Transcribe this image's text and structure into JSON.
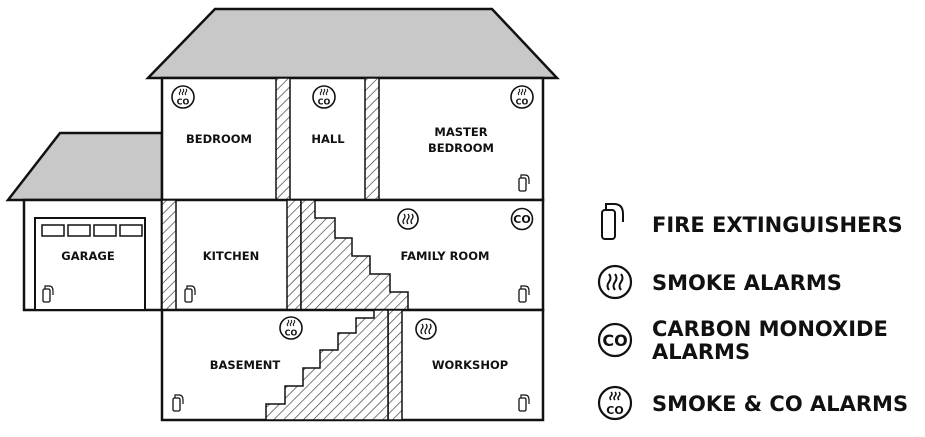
{
  "rooms": {
    "bedroom": "BEDROOM",
    "hall": "HALL",
    "master_bedroom_line1": "MASTER",
    "master_bedroom_line2": "BEDROOM",
    "garage": "GARAGE",
    "kitchen": "KITCHEN",
    "family_room": "FAMILY ROOM",
    "basement": "BASEMENT",
    "workshop": "WORKSHOP"
  },
  "legend": {
    "fire_extinguishers": "FIRE EXTINGUISHERS",
    "smoke_alarms": "SMOKE ALARMS",
    "co_alarms_line1": "CARBON MONOXIDE",
    "co_alarms_line2": "ALARMS",
    "smoke_co_alarms": "SMOKE & CO ALARMS"
  },
  "icon_text": {
    "co": "CO"
  },
  "colors": {
    "roof": "#c8c8c8",
    "outline": "#111111",
    "wall": "#ffffff"
  }
}
